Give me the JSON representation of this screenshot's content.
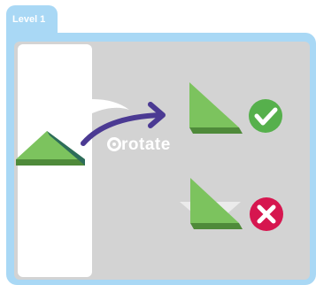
{
  "level": {
    "label": "Level 1"
  },
  "instruction": {
    "text": "rotate",
    "icon": "rotate-icon"
  },
  "examples": [
    {
      "result": "correct",
      "icon": "checkmark-icon",
      "color": "#56b04c"
    },
    {
      "result": "incorrect",
      "icon": "cross-icon",
      "color": "#d6164f"
    }
  ],
  "colors": {
    "panel_border": "#a9d8f5",
    "workspace": "#d3d3d3",
    "shape_fill": "#7cc35e",
    "shape_edge": "#4f8a3a",
    "arrow": "#4b3a93"
  }
}
